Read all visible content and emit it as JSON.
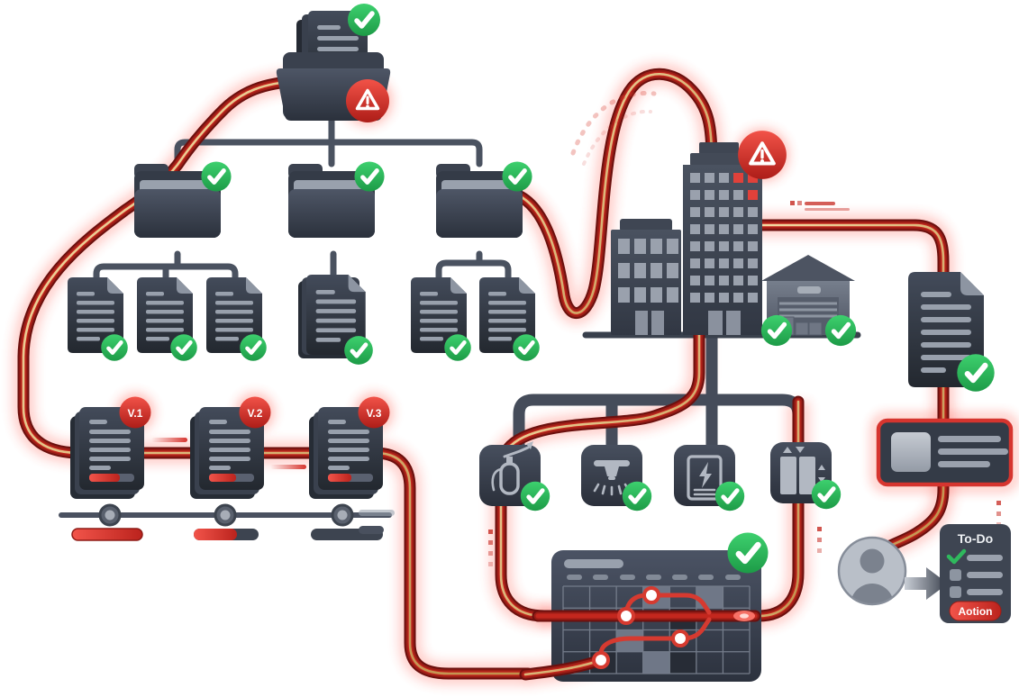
{
  "illustration": {
    "description": "Document compliance workflow illustration with folder tree, versioned documents, buildings, safety equipment checks, schedule calendar and personal to-do list connected by glowing red pipes",
    "version_badges": {
      "v1": "V.1",
      "v2": "V.2",
      "v3": "V.3"
    },
    "todo_card": {
      "title": "To-Do",
      "action_label": "Aotion",
      "items": [
        {
          "checked": true
        },
        {
          "checked": false
        },
        {
          "checked": false
        }
      ]
    },
    "status": {
      "root_folder": [
        "approved",
        "warning"
      ],
      "folders_approved": 3,
      "documents_approved": 6,
      "building_warning": true,
      "warehouse_approved": true,
      "safety_checks_approved": 4,
      "calendar_approved": true,
      "final_document_approved": true
    },
    "colors": {
      "success_green": "#2fb95d",
      "alert_red": "#d6352f",
      "pipe_dark_red": "#6b100e",
      "pipe_red": "#9c1d16",
      "pipe_gold": "#ecc37f",
      "slate_dark": "#3e4552",
      "slate_light": "#9aa1ad",
      "background": "#ffffff"
    }
  }
}
